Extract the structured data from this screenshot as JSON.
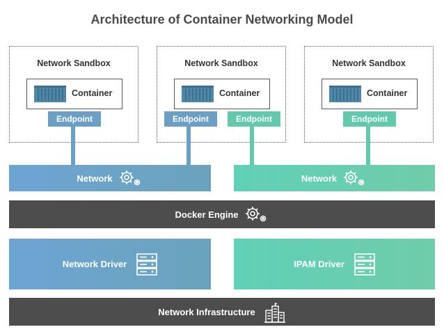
{
  "title": "Architecture of Container Networking Model",
  "sandboxes": [
    {
      "label": "Network Sandbox",
      "container": "Container",
      "endpoints": [
        "Endpoint"
      ]
    },
    {
      "label": "Network Sandbox",
      "container": "Container",
      "endpoints": [
        "Endpoint",
        "Endpoint"
      ]
    },
    {
      "label": "Network Sandbox",
      "container": "Container",
      "endpoints": [
        "Endpoint"
      ]
    }
  ],
  "networks": [
    {
      "label": "Network",
      "icon": "gears-icon"
    },
    {
      "label": "Network",
      "icon": "gears-icon"
    }
  ],
  "engine": {
    "label": "Docker Engine",
    "icon": "gears-icon"
  },
  "drivers": [
    {
      "label": "Network Driver",
      "icon": "server-icon"
    },
    {
      "label": "IPAM Driver",
      "icon": "server-icon"
    }
  ],
  "infrastructure": {
    "label": "Network Infrastructure",
    "icon": "buildings-icon"
  },
  "colors": {
    "blue": "#6b9fc4",
    "teal": "#62c9ac",
    "dark": "#4d4d4d",
    "container": "#4f87a8"
  }
}
